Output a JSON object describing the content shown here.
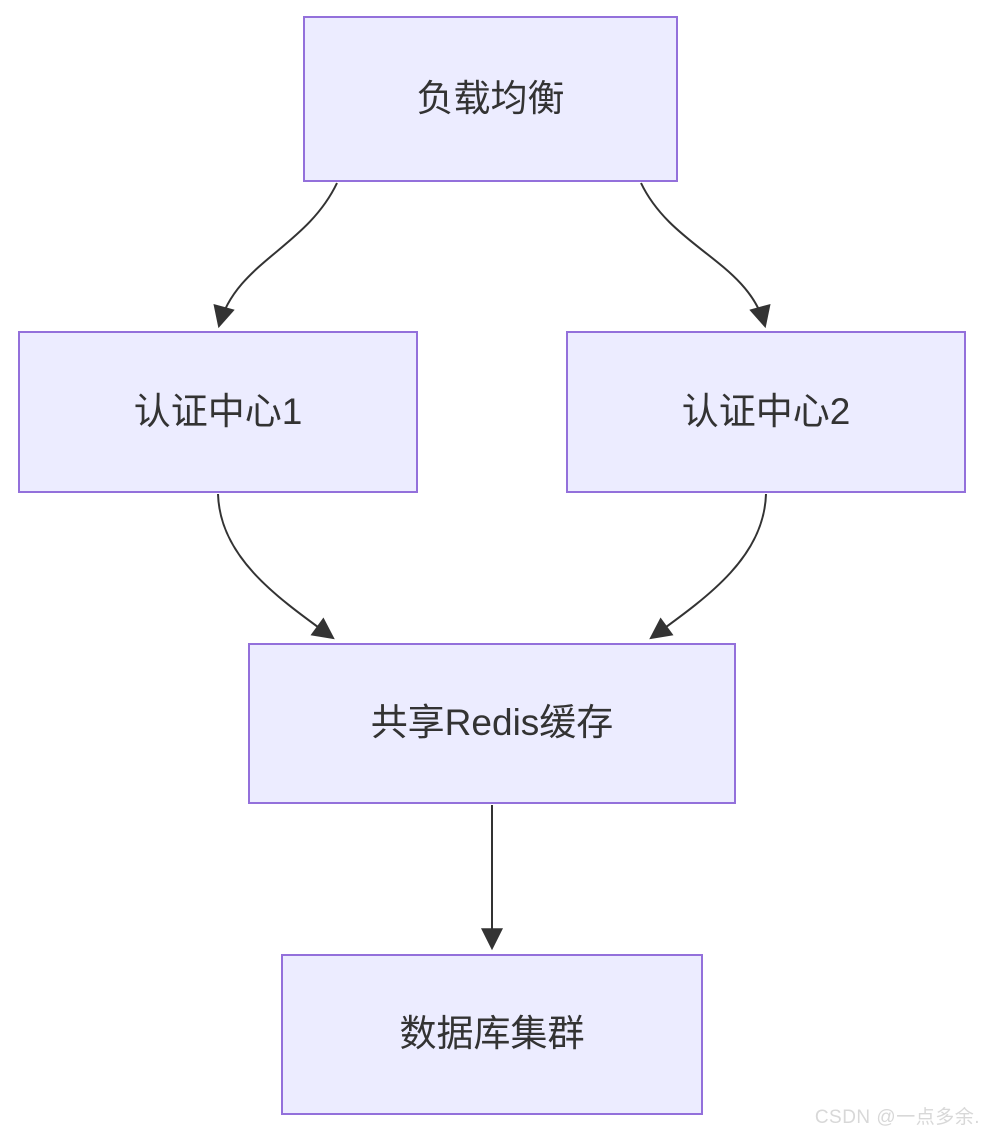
{
  "diagram": {
    "type": "flowchart",
    "direction": "top-down",
    "nodes": [
      {
        "id": "load-balancer",
        "label": "负载均衡"
      },
      {
        "id": "auth-center-1",
        "label": "认证中心1"
      },
      {
        "id": "auth-center-2",
        "label": "认证中心2"
      },
      {
        "id": "shared-redis-cache",
        "label": "共享Redis缓存"
      },
      {
        "id": "database-cluster",
        "label": "数据库集群"
      }
    ],
    "edges": [
      {
        "from": "load-balancer",
        "to": "auth-center-1"
      },
      {
        "from": "load-balancer",
        "to": "auth-center-2"
      },
      {
        "from": "auth-center-1",
        "to": "shared-redis-cache"
      },
      {
        "from": "auth-center-2",
        "to": "shared-redis-cache"
      },
      {
        "from": "shared-redis-cache",
        "to": "database-cluster"
      }
    ],
    "colors": {
      "node_fill": "#ECECFF",
      "node_border": "#9370DB",
      "edge": "#333333",
      "text": "#333333",
      "background": "#FFFFFF",
      "watermark": "#D8D8D8"
    }
  },
  "watermark": {
    "text": "CSDN @一点多余."
  }
}
